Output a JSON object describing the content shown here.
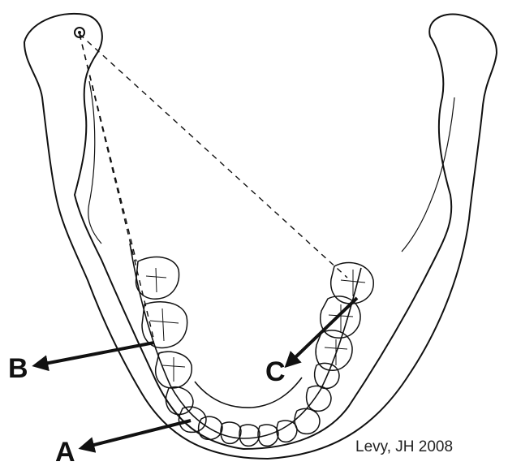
{
  "labels": {
    "a": "A",
    "b": "B",
    "c": "C"
  },
  "credit": "Levy, JH 2008",
  "colors": {
    "ink": "#111111",
    "background": "#ffffff"
  }
}
